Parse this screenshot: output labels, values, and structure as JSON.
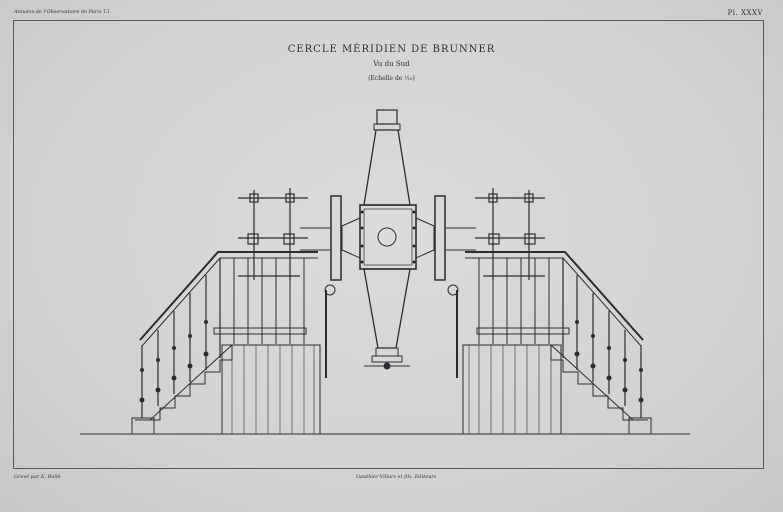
{
  "header": {
    "left": "Annales de l'Observatoire de Paris T.I.",
    "right": "Pl. XXXV"
  },
  "title": {
    "main": "CERCLE MÉRIDIEN DE BRUNNER",
    "view": "Vu du Sud",
    "scale": "(Echelle de ¹⁄₁₀)"
  },
  "footer": {
    "engraver": "Gravé par E. Bollé",
    "publisher": "Gauthier-Villars et fils, Editeurs"
  },
  "colors": {
    "paper": "#d2d4d4",
    "ink": "#2a2c30"
  }
}
